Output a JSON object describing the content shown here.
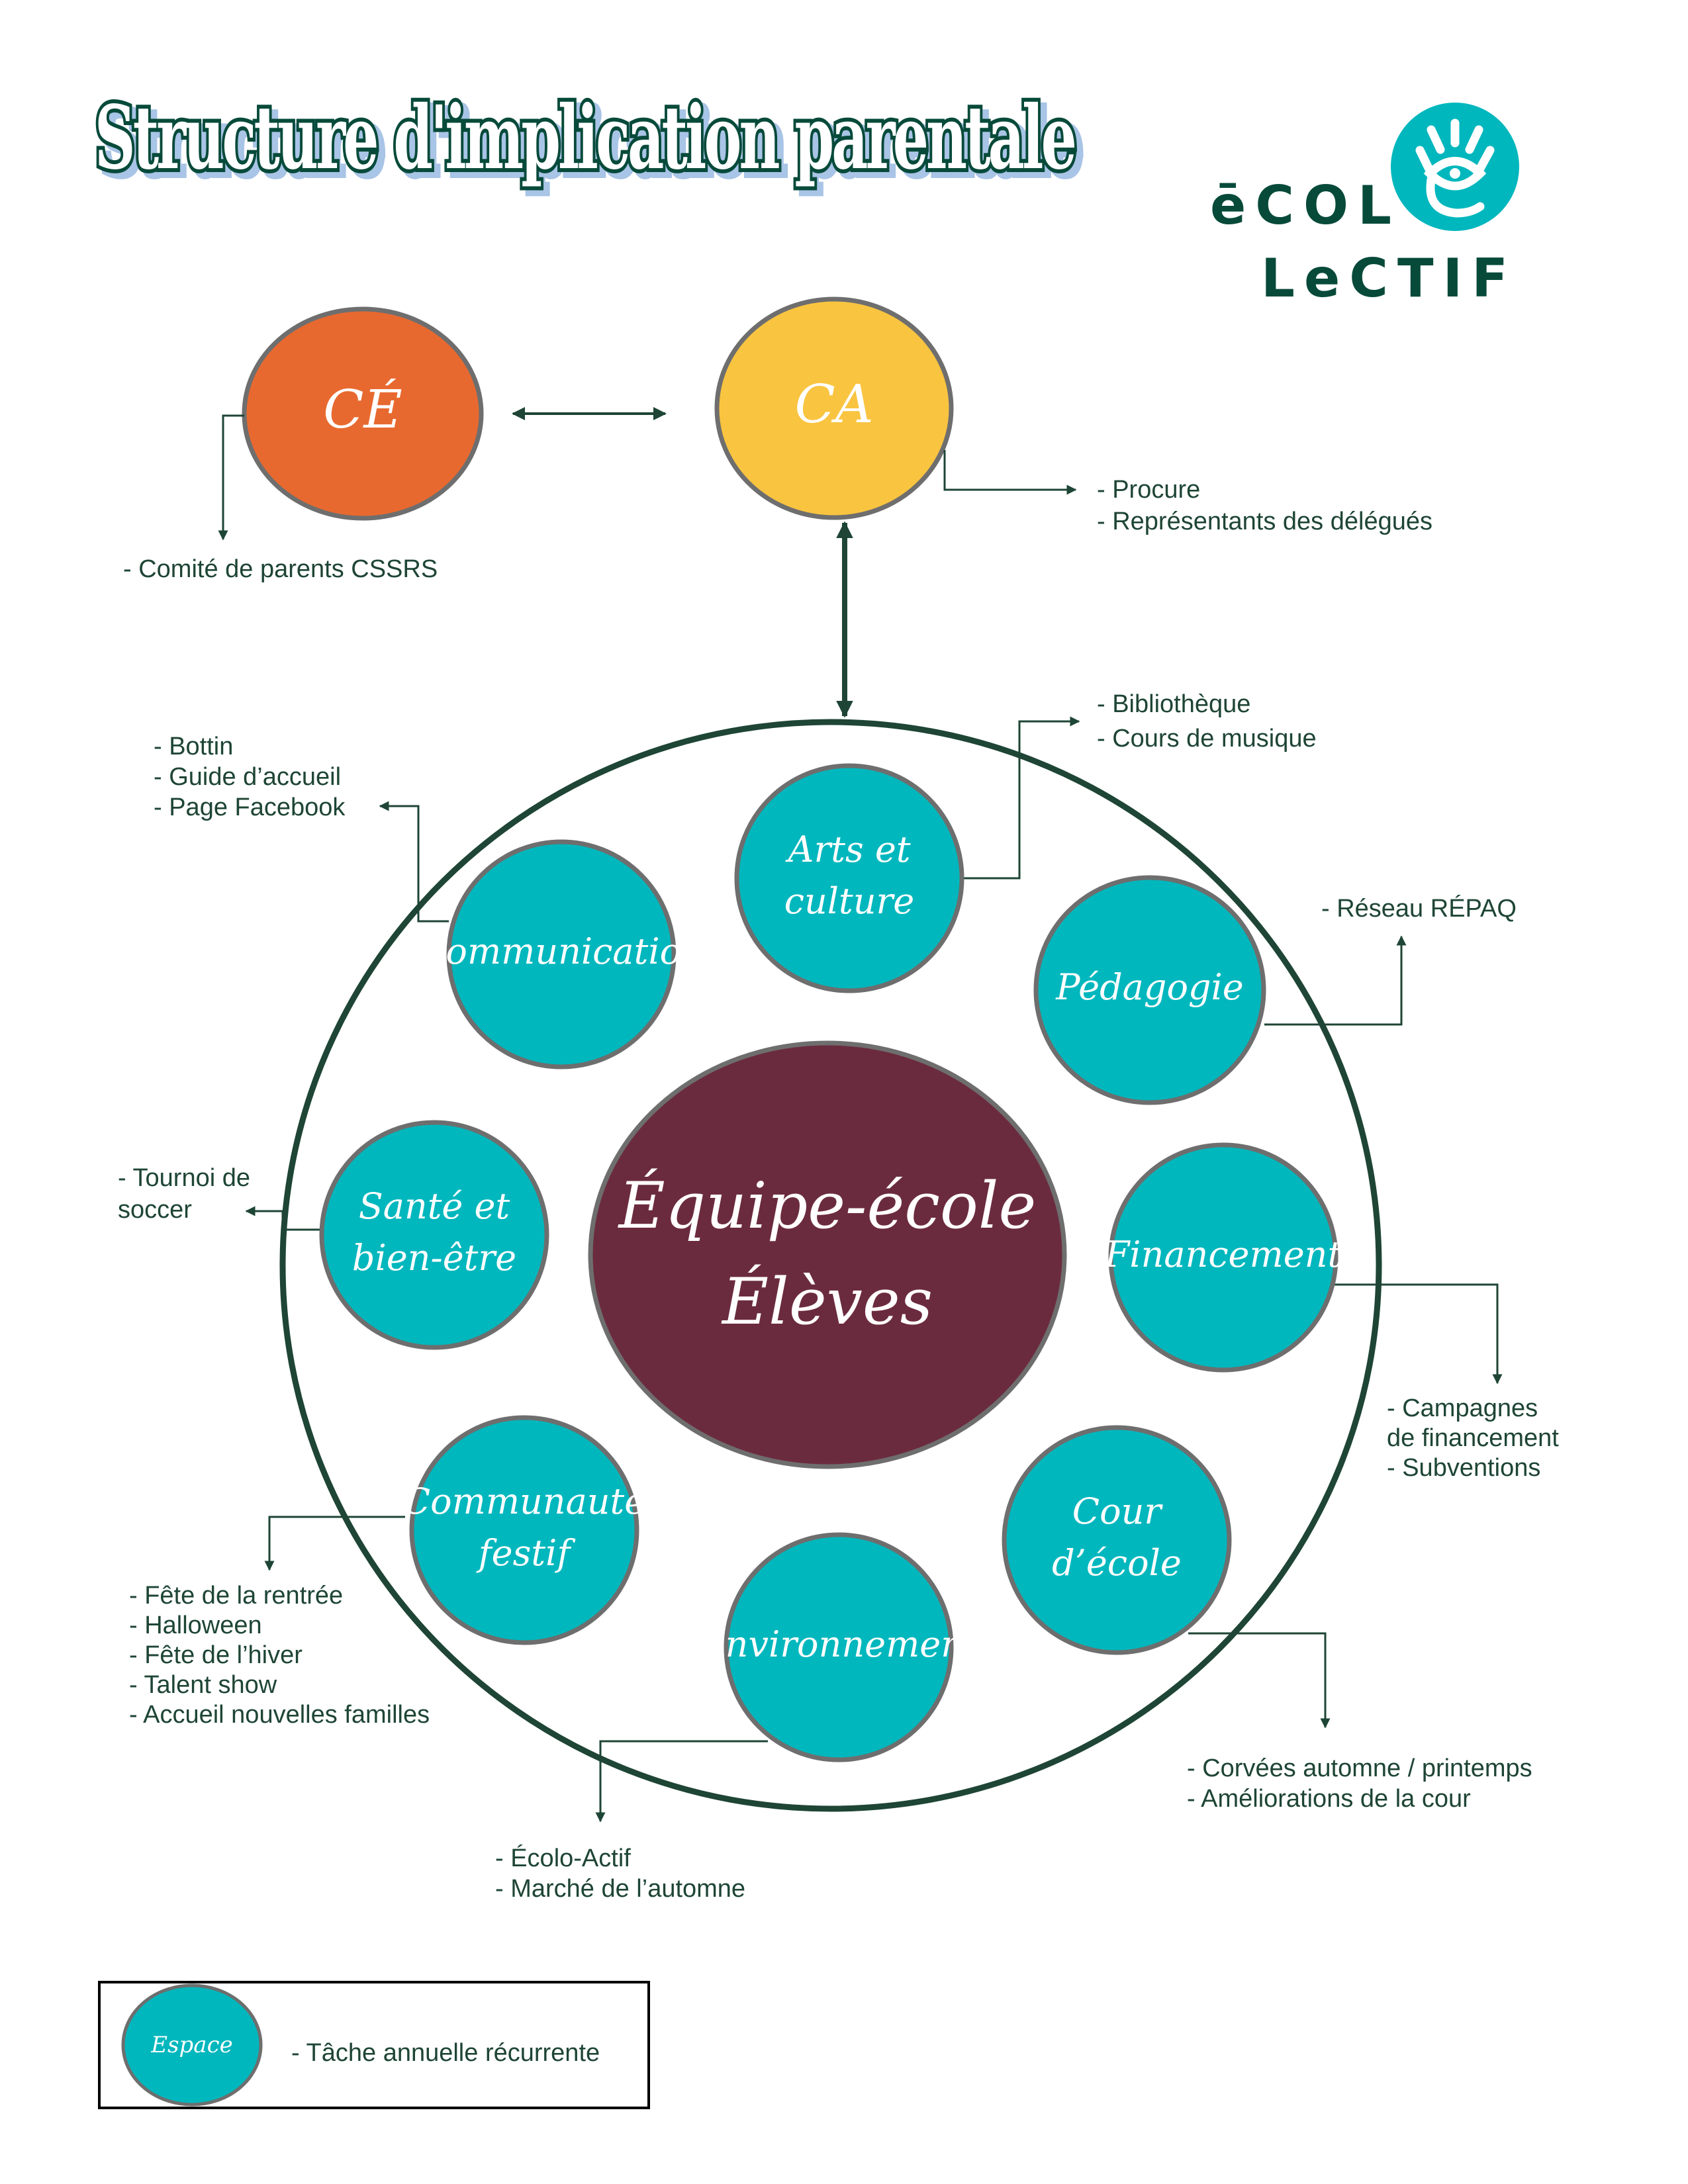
{
  "title": "Structure d'implication parentale",
  "logo": {
    "line1": "ēCOL",
    "line2": "LeCTIF",
    "icon": "hand-eye-icon"
  },
  "colors": {
    "dark_green": "#1e4535",
    "teal": "#00b7bd",
    "maroon": "#6b2b3e",
    "orange": "#e8692f",
    "yellow": "#f9c440",
    "outline_gray": "#6e6e6e",
    "title_stroke": "#074a3a",
    "title_shadow": "#a8c4e6"
  },
  "top_nodes": {
    "ce": {
      "label": "CÉ",
      "notes": [
        "- Comité de parents CSSRS"
      ]
    },
    "ca": {
      "label": "CA",
      "notes": [
        "- Procure",
        "- Représentants des délégués"
      ]
    }
  },
  "center": {
    "line1": "Équipe-école",
    "line2": "Élèves"
  },
  "spaces": [
    {
      "id": "arts",
      "lines": [
        "Arts et",
        "culture"
      ],
      "notes": [
        "- Bibliothèque",
        "- Cours de musique"
      ]
    },
    {
      "id": "communication",
      "lines": [
        "Communication"
      ],
      "notes": [
        "- Bottin",
        "- Guide d’accueil",
        "- Page Facebook"
      ]
    },
    {
      "id": "pedagogie",
      "lines": [
        "Pédagogie"
      ],
      "notes": [
        "- Réseau RÉPAQ"
      ]
    },
    {
      "id": "sante",
      "lines": [
        "Santé et",
        "bien-être"
      ],
      "notes": [
        "- Tournoi de",
        "soccer"
      ]
    },
    {
      "id": "financement",
      "lines": [
        "Financement"
      ],
      "notes": [
        "- Campagnes",
        "de financement",
        "- Subventions"
      ]
    },
    {
      "id": "communaute",
      "lines": [
        "Communauté",
        "festif"
      ],
      "notes": [
        "- Fête de la rentrée",
        "- Halloween",
        "- Fête de l’hiver",
        "- Talent show",
        "- Accueil nouvelles familles"
      ]
    },
    {
      "id": "cour",
      "lines": [
        "Cour",
        "d’école"
      ],
      "notes": [
        "- Corvées automne / printemps",
        "- Améliorations de la cour"
      ]
    },
    {
      "id": "environnement",
      "lines": [
        "Environnement"
      ],
      "notes": [
        "- Écolo-Actif",
        "- Marché de l’automne"
      ]
    }
  ],
  "legend": {
    "node_label": "Espace",
    "description": "- Tâche annuelle récurrente"
  }
}
